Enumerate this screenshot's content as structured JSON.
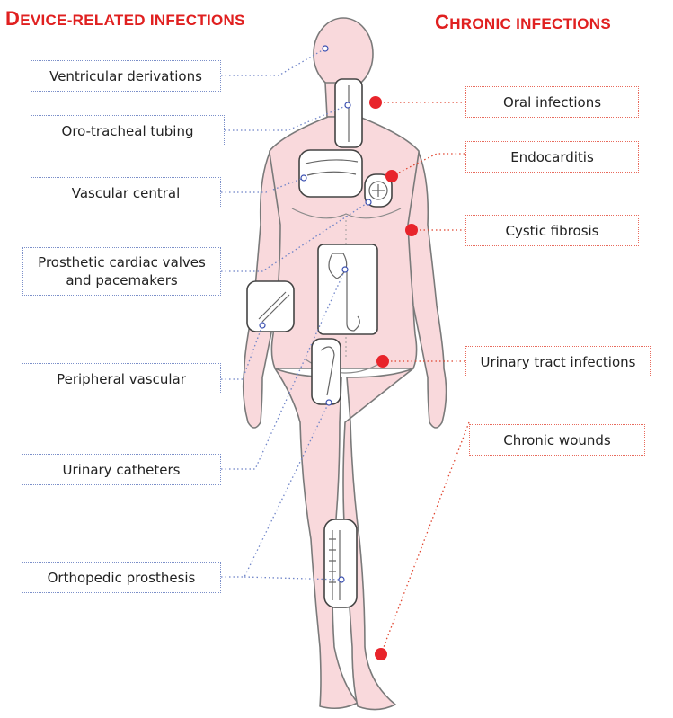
{
  "headings": {
    "device_cap": "D",
    "device_rest": "EVICE-RELATED INFECTIONS",
    "chronic_cap": "C",
    "chronic_rest": "HRONIC INFECTIONS"
  },
  "device_related_infections": [
    "Ventricular derivations",
    "Oro-tracheal tubing",
    "Vascular central",
    "Prosthetic cardiac valves\nand pacemakers",
    "Peripheral vascular",
    "Urinary catheters",
    "Orthopedic prosthesis"
  ],
  "chronic_infections": [
    "Oral infections",
    "Endocarditis",
    "Cystic fibrosis",
    "Urinary tract infections",
    "Chronic wounds"
  ],
  "colors": {
    "heading": "#e02020",
    "device_connector": "#6f84c8",
    "chronic_connector": "#e0442e",
    "body_fill": "#f9d9dc",
    "infection_dot": "#e8242b"
  }
}
